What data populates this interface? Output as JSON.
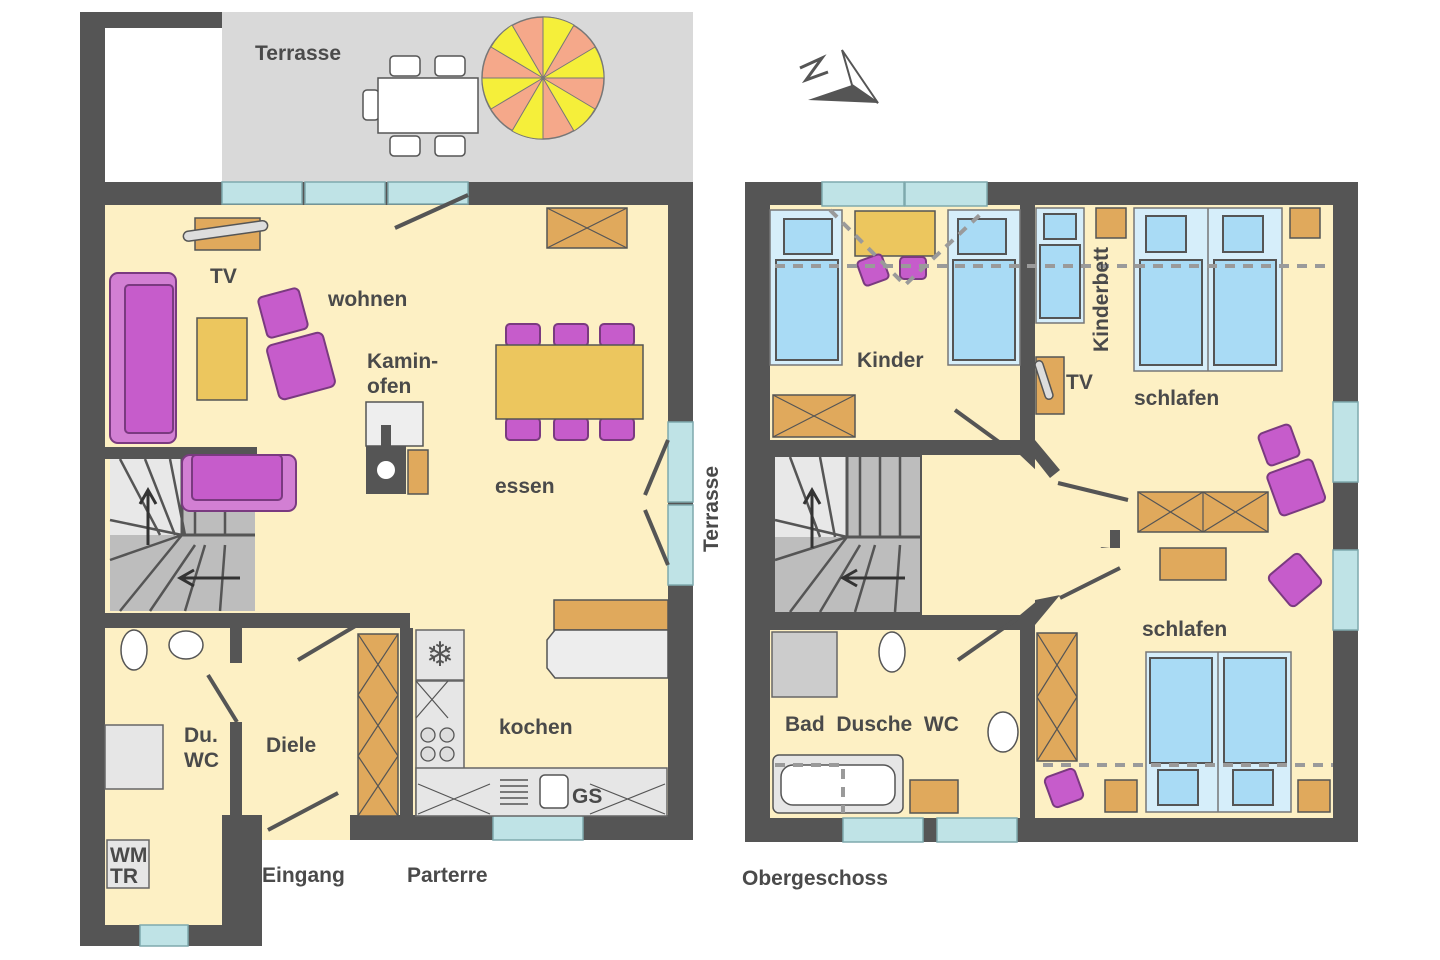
{
  "colors": {
    "wall": "#555555",
    "floor": "#fdf0c4",
    "terrace": "#d9d9d9",
    "bed": "#a9dbf5",
    "furniture": "#e0a95c",
    "table": "#ecc65e",
    "seating": "#c65ccb",
    "window": "#bfe3e6"
  },
  "ground_floor": {
    "title": "Parterre",
    "labels": {
      "terrace_top": "Terrasse",
      "terrace_side": "Terrasse",
      "tv": "TV",
      "living": "wohnen",
      "stove_1": "Kamin-",
      "stove_2": "ofen",
      "dining": "essen",
      "kitchen": "kochen",
      "dishwasher": "GS",
      "hall": "Diele",
      "bath_1": "Du.",
      "bath_2": "WC",
      "laundry_1": "WM",
      "laundry_2": "TR",
      "entrance": "Eingang"
    }
  },
  "upper_floor": {
    "title": "Obergeschoss",
    "labels": {
      "kids": "Kinder",
      "crib": "Kinderbett",
      "tv": "TV",
      "bedroom_1": "schlafen",
      "bedroom_2": "schlafen",
      "bathroom": "Bad  Dusche  WC"
    }
  },
  "compass": {
    "north_label": "N",
    "icon": "compass-north-arrow-icon"
  }
}
